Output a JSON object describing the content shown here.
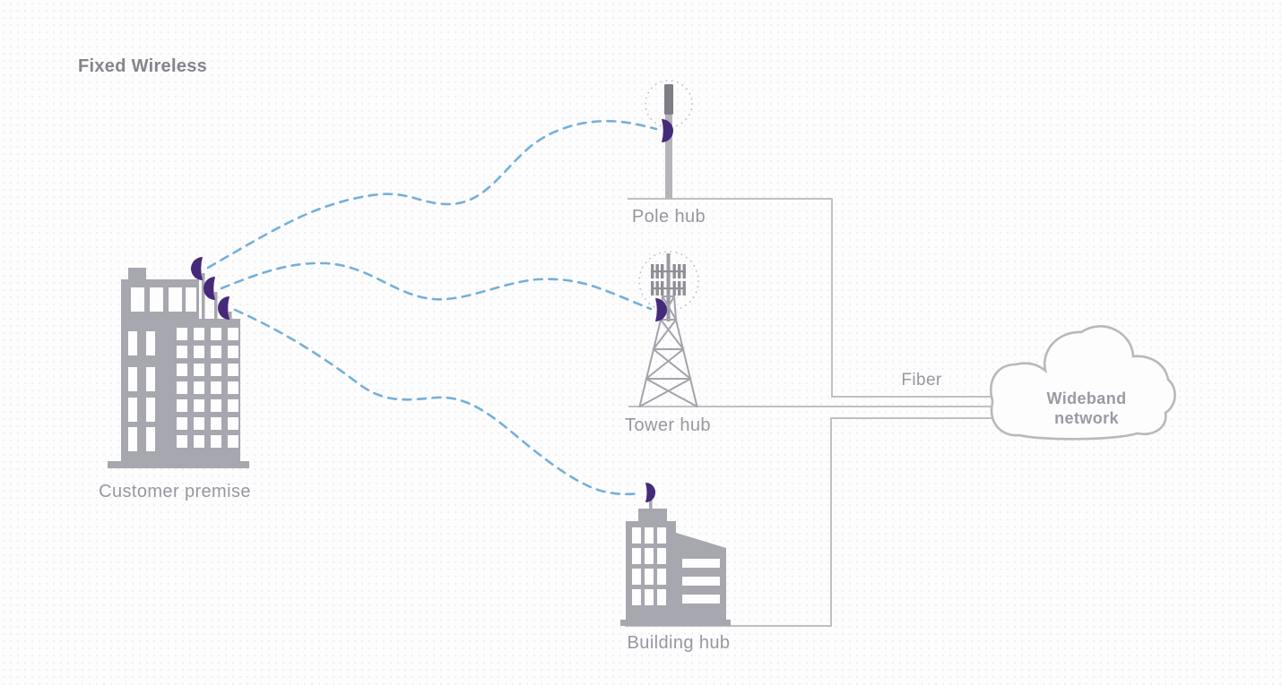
{
  "title": "Fixed Wireless",
  "diagram": {
    "nodes": {
      "customer_premise": {
        "label": "Customer premise",
        "antenna_count": 3
      },
      "pole_hub": {
        "label": "Pole hub"
      },
      "tower_hub": {
        "label": "Tower hub"
      },
      "building_hub": {
        "label": "Building hub"
      },
      "wideband_network": {
        "label": "Wideband network"
      }
    },
    "fiber_label": "Fiber",
    "connections": [
      {
        "from": "customer_premise",
        "to": "pole_hub",
        "type": "wireless-dashed"
      },
      {
        "from": "customer_premise",
        "to": "tower_hub",
        "type": "wireless-dashed"
      },
      {
        "from": "customer_premise",
        "to": "building_hub",
        "type": "wireless-dashed"
      },
      {
        "from": "pole_hub",
        "to": "wideband_network",
        "type": "fiber"
      },
      {
        "from": "tower_hub",
        "to": "wideband_network",
        "type": "fiber"
      },
      {
        "from": "building_hub",
        "to": "wideband_network",
        "type": "fiber"
      }
    ],
    "colors": {
      "wireless_dash_blue": "#74b0da",
      "antenna_dish_purple": "#452a7a",
      "structure_gray": "#a7a7af",
      "dark_pole_cap_gray": "#7e7e86",
      "connector_line_gray": "#c0c0c4",
      "dotted_halo_gray": "#bcbcc0",
      "cloud_stroke_gray": "#b8b8bd",
      "label_gray": "#97979f",
      "title_gray": "#84848c"
    }
  }
}
